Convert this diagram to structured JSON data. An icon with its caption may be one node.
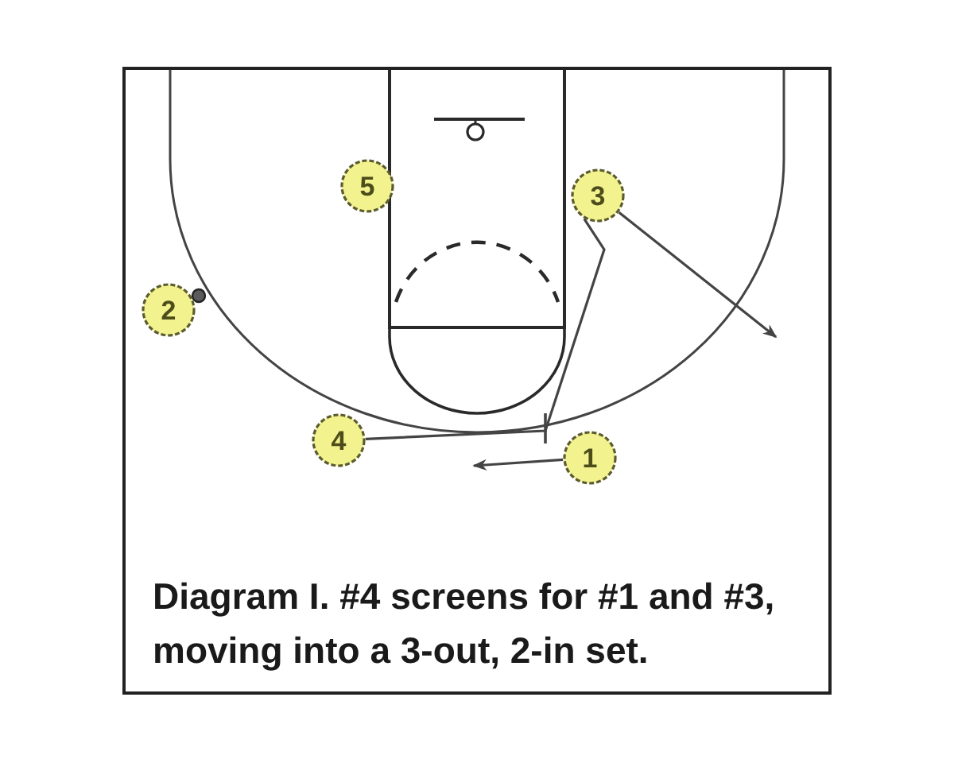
{
  "diagram": {
    "caption": "Diagram I. #4 screens for #1 and #3, moving into a 3-out, 2-in set.",
    "nodes": [
      {
        "text": [
          "5"
        ]
      },
      {
        "text": [
          "3"
        ]
      },
      {
        "text": [
          "2"
        ]
      },
      {
        "text": [
          "4"
        ]
      },
      {
        "text": [
          "1"
        ]
      }
    ],
    "edges": [
      {
        "from": 1,
        "to": null,
        "arrow": "to"
      },
      {
        "from": 3,
        "to": 1,
        "arrow": "none"
      },
      {
        "from": 4,
        "to": null,
        "arrow": "to"
      }
    ]
  }
}
